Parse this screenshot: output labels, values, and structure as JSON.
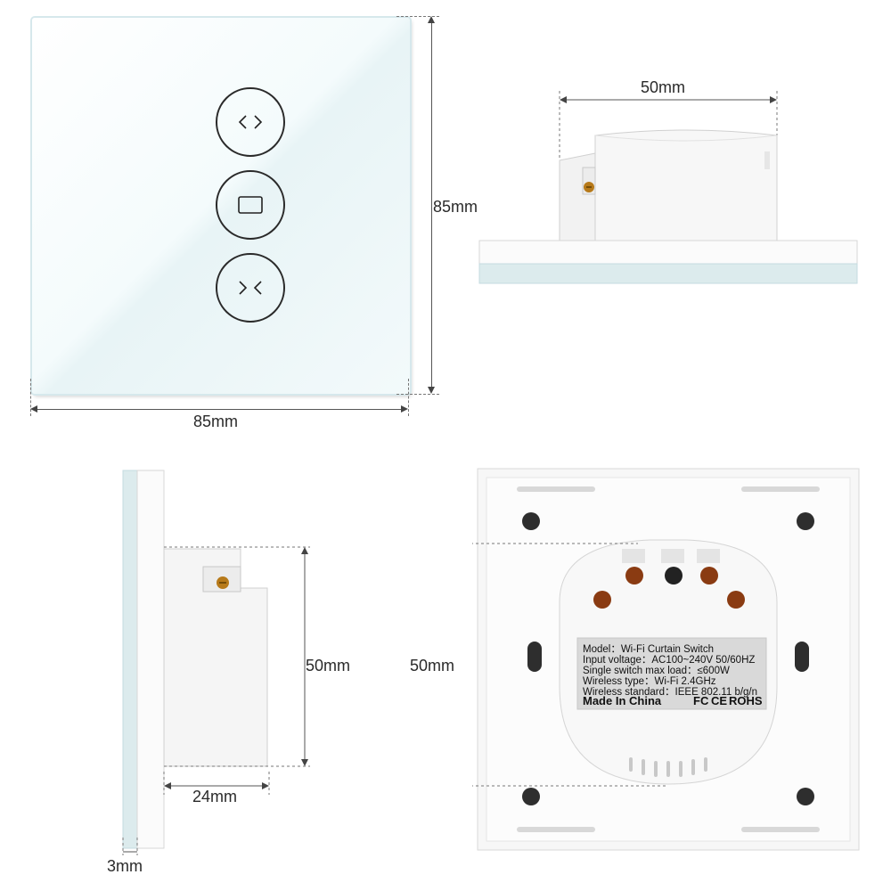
{
  "dimensions": {
    "front_width": "85mm",
    "front_height": "85mm",
    "top_depth": "50mm",
    "side_depth": "50mm",
    "side_box": "24mm",
    "glass": "3mm",
    "back_height": "50mm"
  },
  "buttons": [
    {
      "icon": "open-icon"
    },
    {
      "icon": "stop-icon"
    },
    {
      "icon": "close-icon"
    }
  ],
  "label": {
    "model": "Model：Wi-Fi Curtain Switch",
    "voltage": "Input voltage：AC100~240V  50/60HZ",
    "max_load": "Single switch max load：≤600W",
    "wireless_type": "Wireless type：Wi-Fi 2.4GHz",
    "wireless_standard": "Wireless standard：IEEE 802.11 b/g/n",
    "made_in": "Made In China",
    "marks_fc": "FC",
    "marks_ce": "CE",
    "marks_rohs": "ROHS"
  },
  "colors": {
    "glass_edge": "#cfe5ea",
    "panel_white": "#ffffff",
    "terminal_brown": "#8a3b12",
    "label_bg": "#d9d9d9"
  }
}
